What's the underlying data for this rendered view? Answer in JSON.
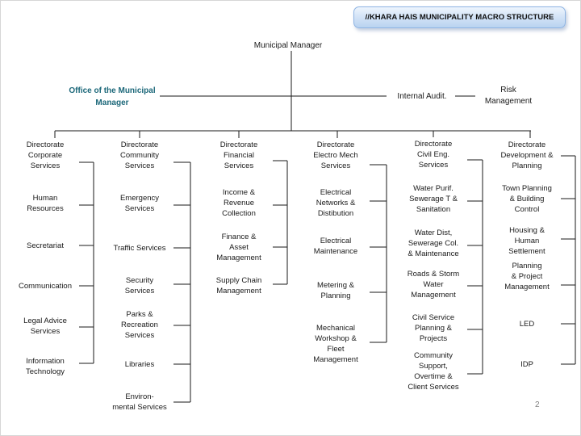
{
  "title": "//KHARA HAIS MUNICIPALITY MACRO STRUCTURE",
  "top": {
    "municipal_manager": "Municipal Manager",
    "office": "Office of the Municipal\nManager",
    "internal_audit": "Internal Audit.",
    "risk_management": "Risk\nManagement"
  },
  "columns": [
    {
      "header": "Directorate\nCorporate\nServices",
      "items": [
        "Human\nResources",
        "Secretariat",
        "Communication",
        "Legal Advice\nServices",
        "Information\nTechnology"
      ]
    },
    {
      "header": "Directorate\nCommunity\nServices",
      "items": [
        "Emergency\nServices",
        "Traffic Services",
        "Security\nServices",
        "Parks &\nRecreation\nServices",
        "Libraries",
        "Environ-\nmental Services"
      ]
    },
    {
      "header": "Directorate\nFinancial\nServices",
      "items": [
        "Income &\nRevenue\nCollection",
        "Finance &\nAsset\nManagement",
        "Supply Chain\nManagement"
      ]
    },
    {
      "header": "Directorate\nElectro Mech\nServices",
      "items": [
        "Electrical\nNetworks &\nDistibution",
        "Electrical\nMaintenance",
        "Metering &\nPlanning",
        "Mechanical\nWorkshop &\nFleet\nManagement"
      ]
    },
    {
      "header": "Directorate\nCivil Eng.\nServices",
      "items": [
        "Water Purif.\nSewerage T &\nSanitation",
        "Water Dist,\nSewerage Col.\n& Maintenance",
        "Roads & Storm\nWater\nManagement",
        "Civil Service\nPlanning &\nProjects",
        "Community\nSupport,\nOvertime &\nClient Services"
      ]
    },
    {
      "header": "Directorate\nDevelopment &\nPlanning",
      "items": [
        "Town Planning\n& Building\nControl",
        "Housing &\nHuman\nSettlement",
        "Planning\n& Project\nManagement",
        "LED",
        "IDP"
      ]
    }
  ],
  "page_number": "2",
  "colors": {
    "accent_text": "#1b6779",
    "line": "#1a1a1a",
    "title_border": "#8eb4e3",
    "title_fill_top": "#eef5fd",
    "title_fill_bottom": "#b9d3f0",
    "page_number_gray": "#7f7f7f"
  }
}
